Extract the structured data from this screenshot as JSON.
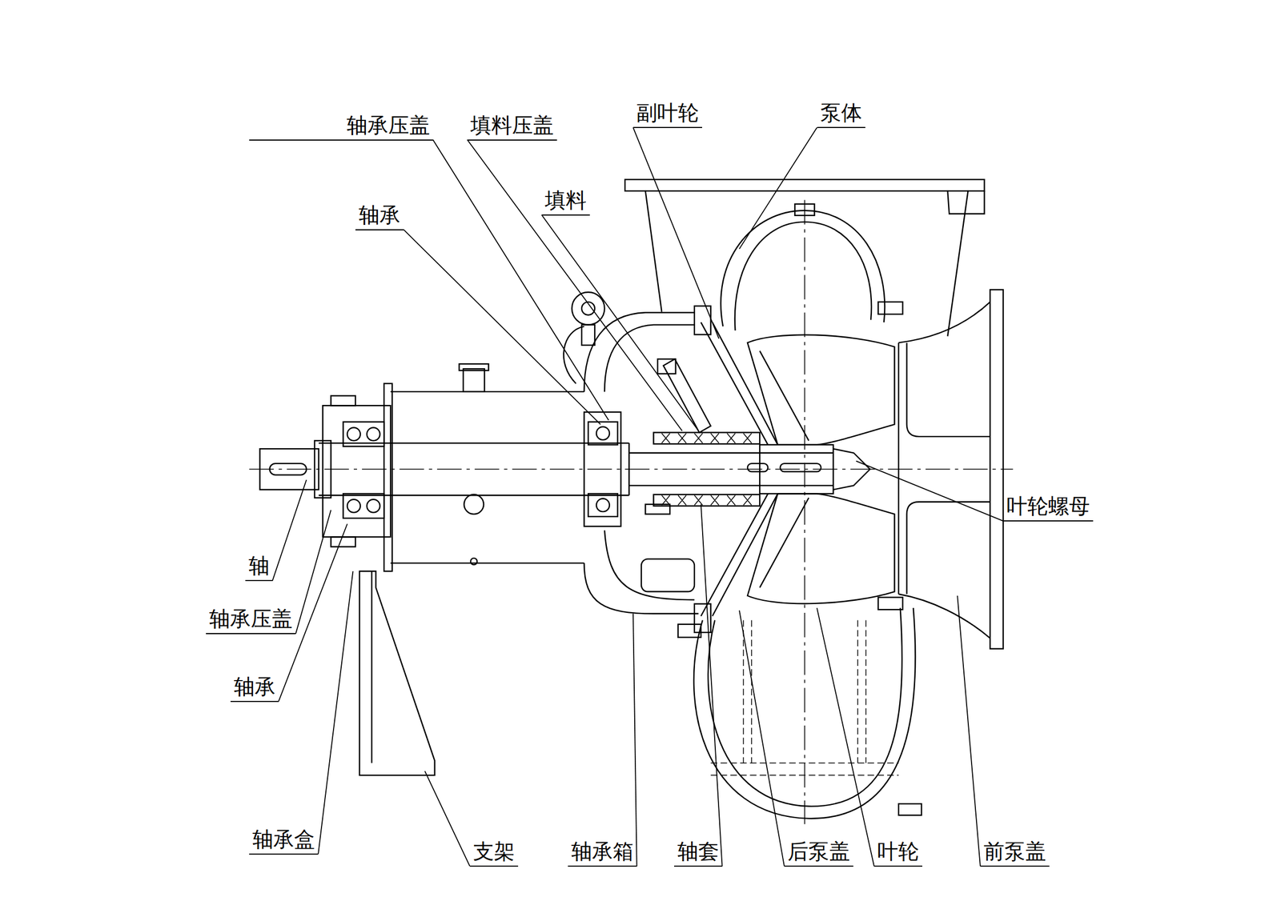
{
  "diagram": {
    "labels": [
      "轴承压盖",
      "填料压盖",
      "副叶轮",
      "泵体",
      "填料",
      "轴承",
      "叶轮螺母",
      "轴",
      "轴承压盖",
      "轴承",
      "轴承盒",
      "支架",
      "轴承箱",
      "轴套",
      "后泵盖",
      "叶轮",
      "前泵盖"
    ]
  }
}
